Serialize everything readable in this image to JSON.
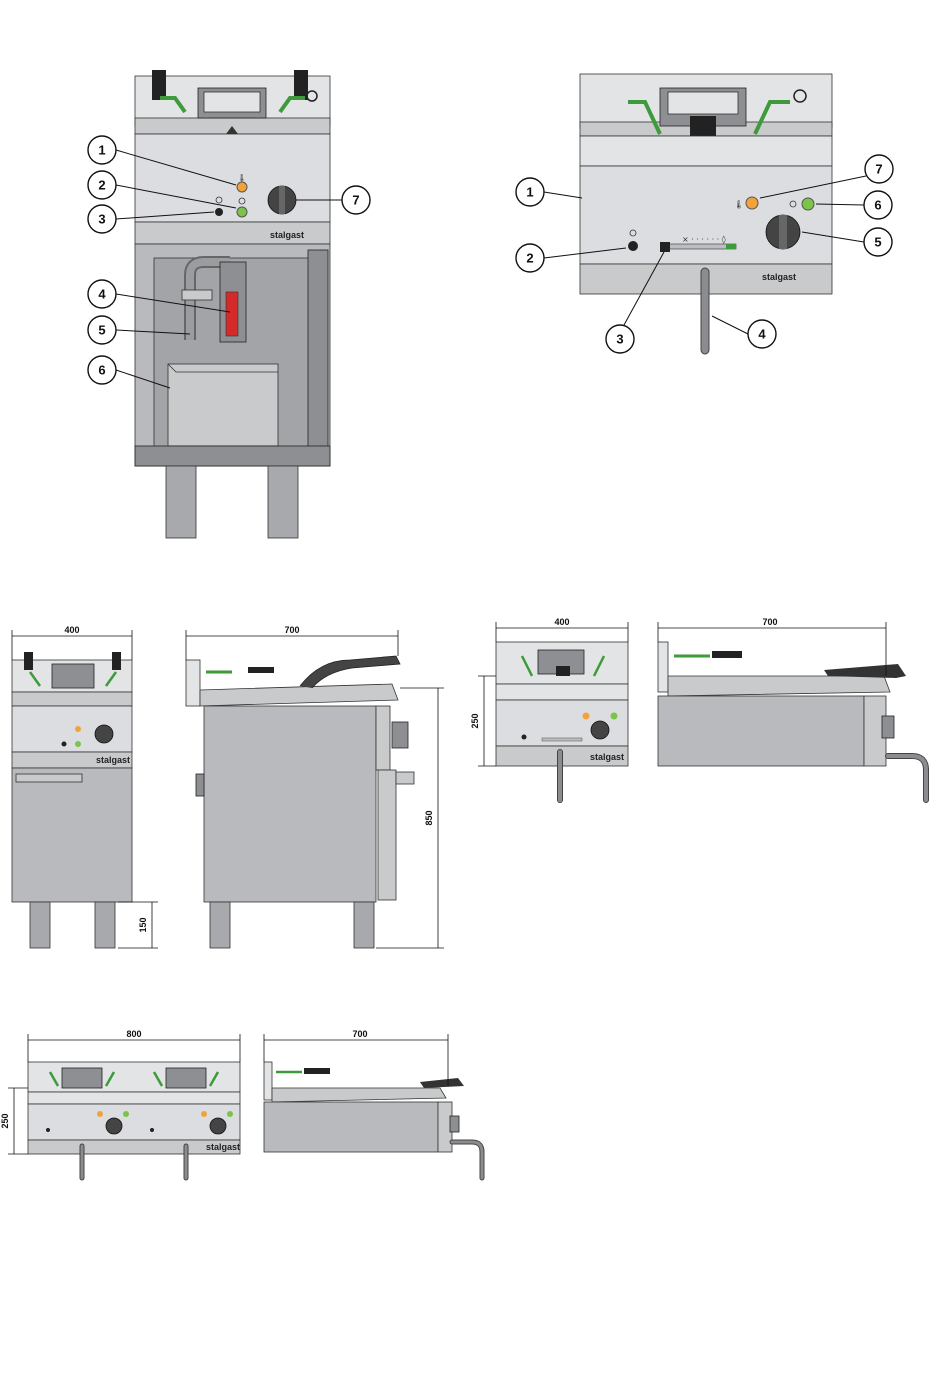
{
  "brand": {
    "logo_text": "stalgast"
  },
  "colors": {
    "indicator_orange": "#f2a23a",
    "indicator_green": "#7cc34a",
    "handle_green": "#3e9a3a",
    "drain_red": "#d42a2a"
  },
  "callouts_floor_model": [
    "1",
    "2",
    "3",
    "4",
    "5",
    "6",
    "7"
  ],
  "callouts_countertop_model": [
    "1",
    "2",
    "3",
    "4",
    "5",
    "6",
    "7"
  ],
  "dimensions": {
    "floor_front_width": "400",
    "floor_side_depth": "700",
    "floor_total_height": "850",
    "floor_leg_height": "150",
    "counter_front_width": "400",
    "counter_side_depth": "700",
    "counter_height": "250",
    "double_front_width": "800",
    "double_side_depth": "700",
    "double_height": "250"
  }
}
